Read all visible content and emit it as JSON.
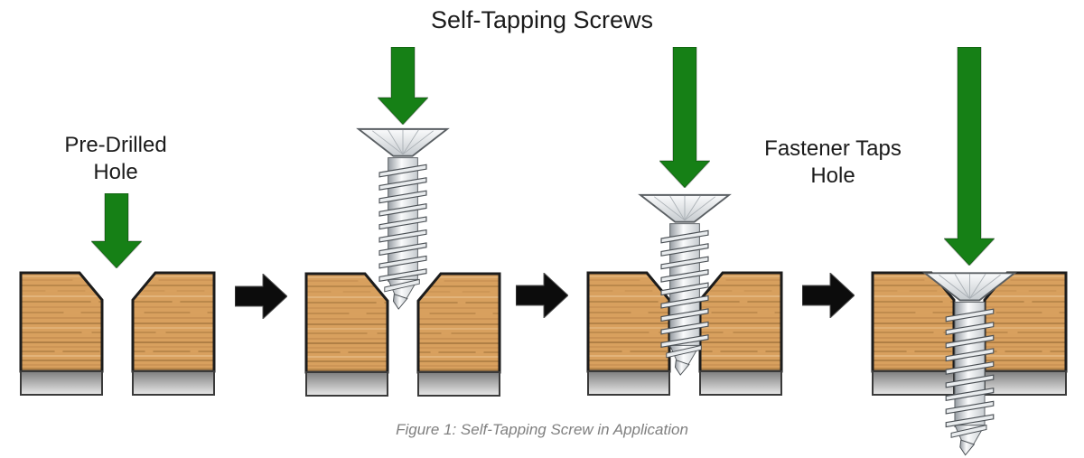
{
  "title": "Self-Tapping Screws",
  "caption": "Figure 1: Self-Tapping Screw in Application",
  "labels": {
    "pre_drilled": {
      "line1": "Pre-Drilled",
      "line2": "Hole"
    },
    "fastener_taps": {
      "line1": "Fastener Taps",
      "line2": "Hole"
    }
  },
  "steps": [
    {
      "id": 1,
      "description": "Empty pre-drilled countersunk hole in wood over gray base material"
    },
    {
      "id": 2,
      "description": "Self-tapping screw above hole, tip entering the pre-drilled hole"
    },
    {
      "id": 3,
      "description": "Screw driven partway down, threads tapping the hole"
    },
    {
      "id": 4,
      "description": "Screw fully seated with countersunk head flush and tip protruding below base"
    }
  ],
  "colors": {
    "arrow_green": "#168016",
    "arrow_black": "#0c0c0c",
    "text": "#1b1b1b",
    "caption_gray": "#7f7f7f",
    "wood_base": "#D8A05E",
    "wood_streak_dark": "#A6763E",
    "wood_streak_mid": "#C18A4C",
    "wood_streak_light": "#ECC694",
    "outline": "#1c1c1c",
    "base_gray_top": "#7e7e7e",
    "base_gray_bottom": "#E8E8E8",
    "metal_light": "#FAFBFC",
    "metal_mid": "#C6CBCF",
    "metal_dark": "#969CA2"
  }
}
